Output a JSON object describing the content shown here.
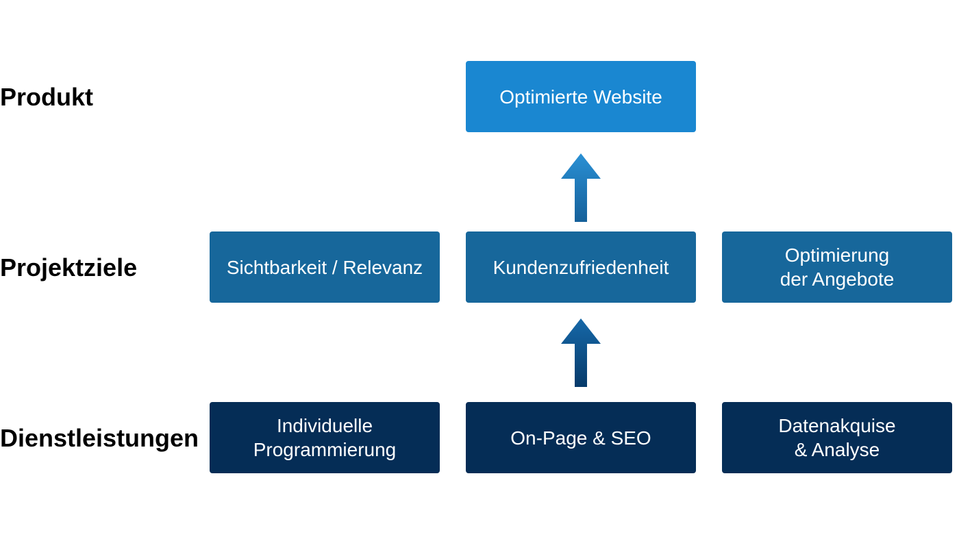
{
  "row_labels": {
    "product": "Produkt",
    "goals": "Projektziele",
    "services": "Dienstleistungen"
  },
  "product": {
    "box": {
      "line1": "Optimierte Website"
    }
  },
  "goals": [
    {
      "line1": "Sichtbarkeit / Relevanz"
    },
    {
      "line1": "Kundenzufriedenheit"
    },
    {
      "line1": "Optimierung",
      "line2": "der Angebote"
    }
  ],
  "services": [
    {
      "line1": "Individuelle",
      "line2": "Programmierung"
    },
    {
      "line1": "On-Page & SEO"
    },
    {
      "line1": "Datenakquise",
      "line2": "& Analyse"
    }
  ],
  "colors": {
    "product_box": "#1a87d1",
    "goal_box": "#17679b",
    "service_box": "#052d56",
    "arrow_upper": "#1d7fc4",
    "arrow_lower": "#0a4f86",
    "text": "#ffffff",
    "label": "#000000"
  },
  "icons": {
    "arrows": [
      "arrow-up-icon",
      "arrow-up-icon"
    ]
  }
}
